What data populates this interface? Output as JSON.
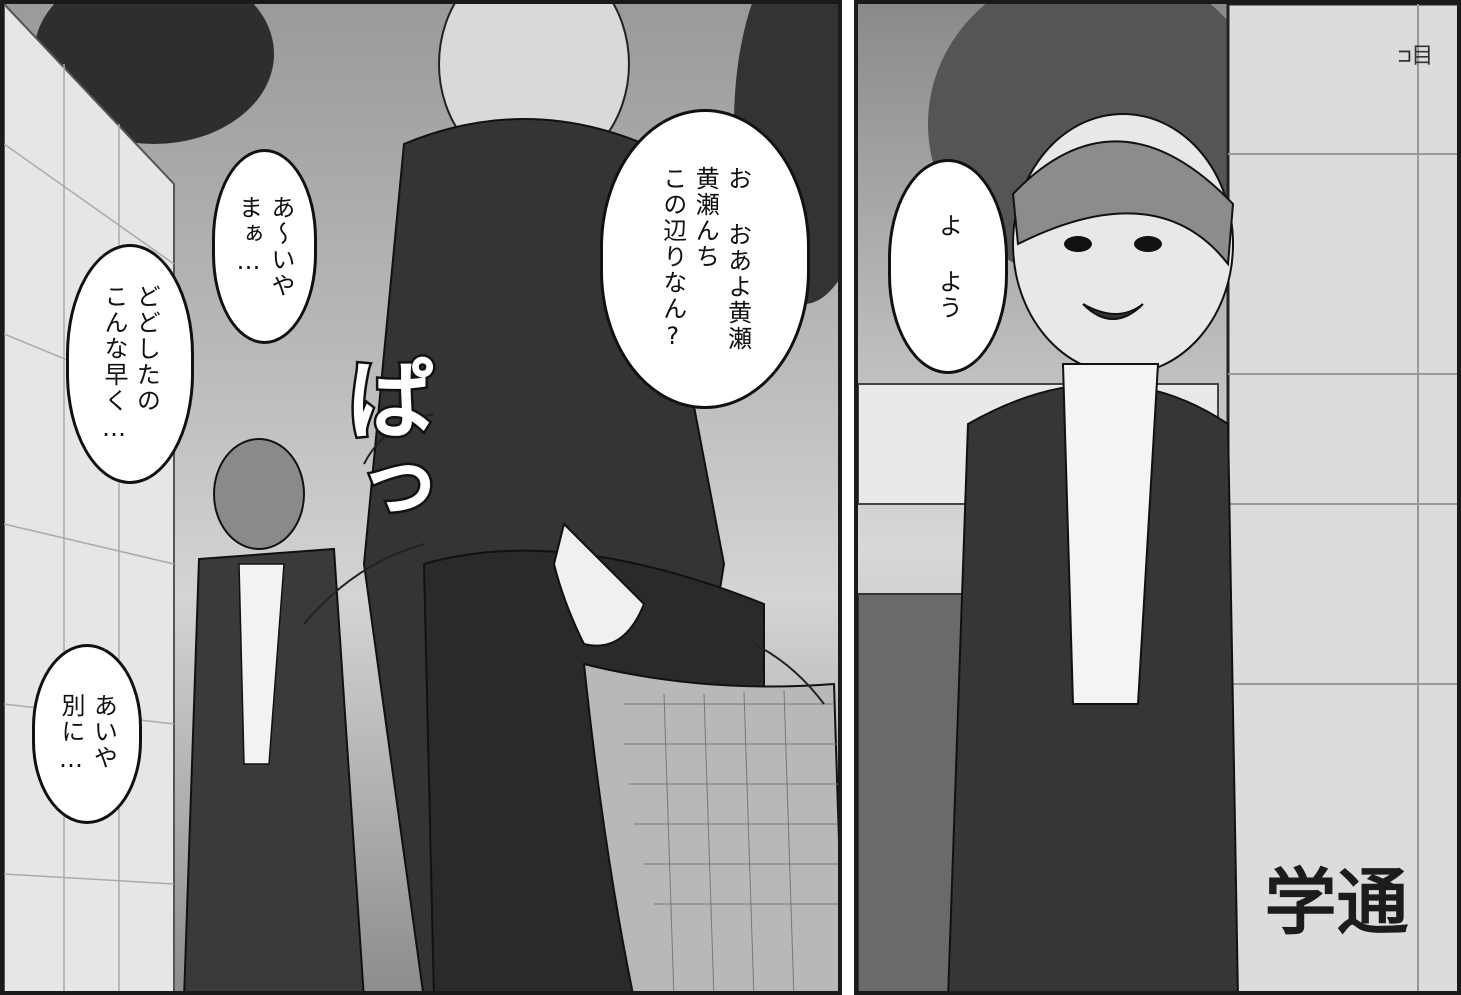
{
  "panels": [
    {
      "speech": [
        "お おあよ黄瀬\n黄瀬んち\nこの辺りなん?",
        "あ～いや\nまぁ…",
        "どどしたの\nこんな早く…",
        "あいや\n別に…"
      ],
      "sfx": "ぱっ"
    },
    {
      "speech": [
        "よ よう"
      ],
      "sign": "通学",
      "wall_text": "⊐目"
    }
  ]
}
